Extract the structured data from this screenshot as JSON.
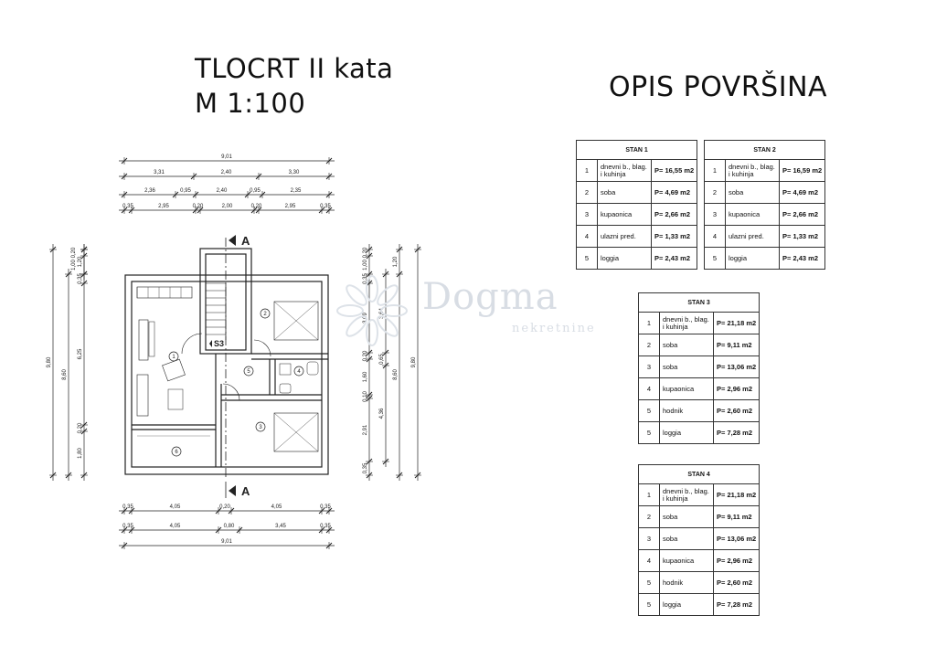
{
  "title_line1": "TLOCRT II kata",
  "title_line2": "M 1:100",
  "title_right": "OPIS POVRŠINA",
  "watermark": {
    "logo": "Dogma",
    "sub": "nekretnine"
  },
  "section_marks": [
    "A",
    "A"
  ],
  "stair_label": "S3",
  "room_numbers": [
    "1",
    "2",
    "3",
    "4",
    "5",
    "6"
  ],
  "dims_top": {
    "row1": [
      "9,01"
    ],
    "row2": [
      "3,31",
      "2,40",
      "3,30"
    ],
    "row3": [
      "2,36",
      "0,95",
      "2,40",
      "0,95",
      "2,35"
    ],
    "row4": [
      "0,35",
      "2,95",
      "0,20",
      "2,00",
      "0,20",
      "2,95",
      "0,35"
    ]
  },
  "dims_bottom": {
    "row1": [
      "0,35",
      "4,05",
      "0,20",
      "4,05",
      "0,35"
    ],
    "row2": [
      "0,35",
      "4,05",
      "0,80",
      "3,45",
      "0,35"
    ],
    "row3": [
      "9,01"
    ]
  },
  "dims_left": {
    "outer": [
      "9,80"
    ],
    "mid": [
      "8,60"
    ],
    "inner": [
      "1,20",
      "0,35",
      "6,25",
      "0,20",
      "1,80"
    ],
    "top": [
      "0,20",
      "1,00"
    ]
  },
  "dims_right": {
    "col1": [
      "0,20",
      "1,00",
      "0,35",
      "3,09",
      "0,20",
      "1,60",
      "0,10",
      "2,91",
      "0,35"
    ],
    "col2": [
      "3,64",
      "0,65",
      "4,36"
    ],
    "col3": [
      "1,20",
      "8,60"
    ],
    "col4": [
      "9,80"
    ]
  },
  "tables": [
    {
      "header": "STAN 1",
      "rows": [
        {
          "n": "1",
          "name": "dnevni b., blag. i kuhinja",
          "area": "P= 16,55 m2"
        },
        {
          "n": "2",
          "name": "soba",
          "area": "P= 4,69 m2"
        },
        {
          "n": "3",
          "name": "kupaonica",
          "area": "P= 2,66 m2"
        },
        {
          "n": "4",
          "name": "ulazni pred.",
          "area": "P= 1,33 m2"
        },
        {
          "n": "5",
          "name": "loggia",
          "area": "P= 2,43 m2"
        }
      ]
    },
    {
      "header": "STAN 2",
      "rows": [
        {
          "n": "1",
          "name": "dnevni b., blag. i kuhinja",
          "area": "P= 16,59 m2"
        },
        {
          "n": "2",
          "name": "soba",
          "area": "P= 4,69 m2"
        },
        {
          "n": "3",
          "name": "kupaonica",
          "area": "P= 2,66 m2"
        },
        {
          "n": "4",
          "name": "ulazni pred.",
          "area": "P= 1,33 m2"
        },
        {
          "n": "5",
          "name": "loggia",
          "area": "P= 2,43 m2"
        }
      ]
    },
    {
      "header": "STAN 3",
      "rows": [
        {
          "n": "1",
          "name": "dnevni b., blag. i kuhinja",
          "area": "P= 21,18 m2"
        },
        {
          "n": "2",
          "name": "soba",
          "area": "P= 9,11 m2"
        },
        {
          "n": "3",
          "name": "soba",
          "area": "P= 13,06 m2"
        },
        {
          "n": "4",
          "name": "kupaonica",
          "area": "P= 2,96 m2"
        },
        {
          "n": "5",
          "name": "hodnik",
          "area": "P= 2,60 m2"
        },
        {
          "n": "5",
          "name": "loggia",
          "area": "P= 7,28 m2"
        }
      ]
    },
    {
      "header": "STAN 4",
      "rows": [
        {
          "n": "1",
          "name": "dnevni b., blag. i kuhinja",
          "area": "P= 21,18 m2"
        },
        {
          "n": "2",
          "name": "soba",
          "area": "P= 9,11 m2"
        },
        {
          "n": "3",
          "name": "soba",
          "area": "P= 13,06 m2"
        },
        {
          "n": "4",
          "name": "kupaonica",
          "area": "P= 2,96 m2"
        },
        {
          "n": "5",
          "name": "hodnik",
          "area": "P= 2,60 m2"
        },
        {
          "n": "5",
          "name": "loggia",
          "area": "P= 7,28 m2"
        }
      ]
    }
  ]
}
